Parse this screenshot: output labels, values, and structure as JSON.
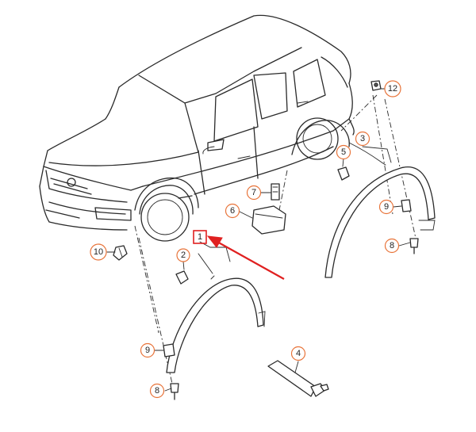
{
  "colors": {
    "callout_ring": "#e8743a",
    "highlight": "#e02020",
    "ink": "#2a2a2a",
    "background": "#ffffff"
  },
  "callouts": [
    {
      "label": "1"
    },
    {
      "label": "2"
    },
    {
      "label": "3"
    },
    {
      "label": "4"
    },
    {
      "label": "5"
    },
    {
      "label": "6"
    },
    {
      "label": "7"
    },
    {
      "label": "8"
    },
    {
      "label": "8"
    },
    {
      "label": "9"
    },
    {
      "label": "9"
    },
    {
      "label": "10"
    },
    {
      "label": "12"
    }
  ],
  "highlighted_callout": "1",
  "icons": [
    "vehicle-icon",
    "wheel-arch-trim-icon",
    "sealant-tube-icon",
    "clip-icon",
    "screw-icon",
    "bracket-icon",
    "arrow-icon"
  ]
}
